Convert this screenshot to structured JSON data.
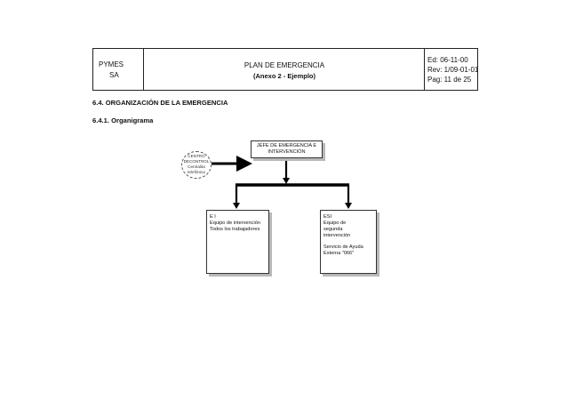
{
  "header": {
    "company_line1": "PYMES",
    "company_line2": "SA",
    "title": "PLAN DE EMERGENCIA",
    "subtitle": "(Anexo 2 - Ejemplo)",
    "edition": "Ed: 06-11-00",
    "revision": "Rev: 1/09-01-01",
    "page": "Pag: 11 de 25"
  },
  "section": {
    "heading": "6.4.  ORGANIZACIÓN DE LA EMERGENCIA",
    "subheading": "6.4.1.  Organigrama"
  },
  "orgchart": {
    "top_box": {
      "line1": "JEFE DE EMERGENCIA E",
      "line2": "INTERVENCIÓN"
    },
    "center_bubble": {
      "line1": "CENTRO",
      "line2": "DECONTROL",
      "line3": "Centralita",
      "line4": "telefónica"
    },
    "left_box": {
      "line1": "E I",
      "line2": "Equipo de intervención",
      "line3": "Todos los trabajadores"
    },
    "right_box": {
      "line1": "ESI",
      "line2": "Equipo de",
      "line3": "segunda",
      "line4": "intervención",
      "line5": "Servicio  de Ayuda",
      "line6": "Externa  \"066\""
    }
  }
}
